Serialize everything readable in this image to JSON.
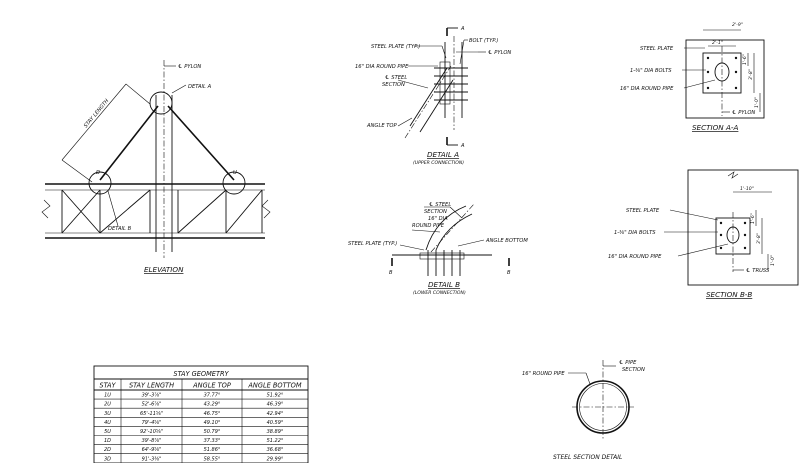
{
  "elevation": {
    "title": "ELEVATION",
    "pylon_label": "℄ PYLON",
    "detail_a_label": "DETAIL A",
    "detail_b_label": "DETAIL B",
    "stay_length_label": "STAY LENGTH",
    "mark_d": "D",
    "mark_u": "U"
  },
  "detail_a": {
    "title": "DETAIL A",
    "subtitle": "(UPPER CONNECTION)",
    "section_mark": "A",
    "steel_plate": "STEEL PLATE (TYP.)",
    "bolt": "BOLT (TYP.)",
    "pylon": "℄ PYLON",
    "pipe": "16\" DIA ROUND PIPE",
    "steel_section_1": "℄ STEEL",
    "steel_section_2": "SECTION",
    "angle_top": "ANGLE TOP"
  },
  "section_aa": {
    "title": "SECTION A-A",
    "steel_plate": "STEEL PLATE",
    "bolts": "1-⅜\" DIA BOLTS",
    "pipe": "16\" DIA ROUND PIPE",
    "pylon": "℄ PYLON",
    "dim_width": "2'-9\"",
    "dim_inner": "2'-1\"",
    "dim_1": "1'-6\"",
    "dim_2": "3'-8\"",
    "dim_3": "1'-0\""
  },
  "detail_b": {
    "title": "DETAIL B",
    "subtitle": "(LOWER CONNECTION)",
    "section_mark": "B",
    "steel_1": "℄ STEEL",
    "steel_2": "SECTION",
    "pipe_1": "16\" DIA",
    "pipe_2": "ROUND PIPE",
    "steel_plate": "STEEL PLATE (TYP.)",
    "angle_bottom": "ANGLE BOTTOM"
  },
  "section_bb": {
    "title": "SECTION B-B",
    "steel_plate": "STEEL PLATE",
    "bolts": "1-⅜\" DIA BOLTS",
    "pipe": "16\" DIA ROUND PIPE",
    "truss": "℄ TRUSS",
    "dim_width": "1'-10\"",
    "dim_1": "1'-6\"",
    "dim_2": "3'-8\"",
    "dim_3": "1'-0\""
  },
  "stay_table": {
    "title": "STAY GEOMETRY",
    "headers": [
      "STAY",
      "STAY LENGTH",
      "ANGLE TOP",
      "ANGLE BOTTOM"
    ],
    "rows": [
      [
        "1U",
        "39'-3⅞\"",
        "37.77°",
        "51.92°"
      ],
      [
        "2U",
        "52'-6⅞\"",
        "43.29°",
        "46.39°"
      ],
      [
        "3U",
        "65'-11⅝\"",
        "46.75°",
        "42.94°"
      ],
      [
        "4U",
        "79'-4⅝\"",
        "49.10°",
        "40.59°"
      ],
      [
        "5U",
        "92'-10⅝\"",
        "50.79°",
        "38.89°"
      ],
      [
        "1D",
        "39'-8⅞\"",
        "37.33°",
        "51.22°"
      ],
      [
        "2D",
        "64'-9⅝\"",
        "51.86°",
        "36.68°"
      ],
      [
        "3D",
        "91'-3⅜\"",
        "58.55°",
        "29.99°"
      ]
    ]
  },
  "steel_section": {
    "title": "STEEL SECTION DETAIL",
    "pipe": "16\" ROUND PIPE",
    "pipe_section_1": "℄ PIPE",
    "pipe_section_2": "SECTION"
  }
}
